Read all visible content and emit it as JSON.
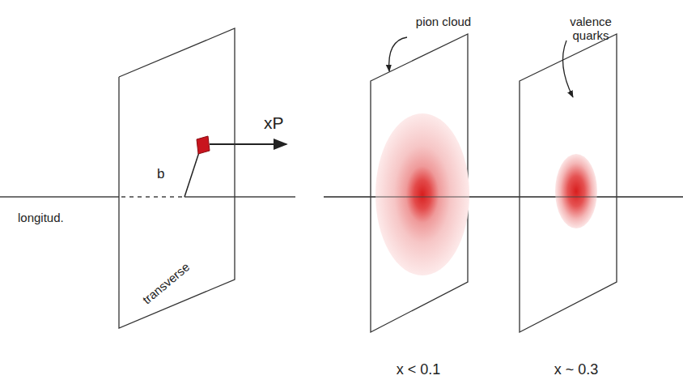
{
  "diagram": {
    "nodes": [
      {
        "text": [
          "transverse"
        ]
      }
    ],
    "labels": [
      "b",
      "xP",
      "longitud.",
      "pion cloud",
      "valence quarks",
      "x < 0.1",
      "x ~ 0.3"
    ]
  }
}
